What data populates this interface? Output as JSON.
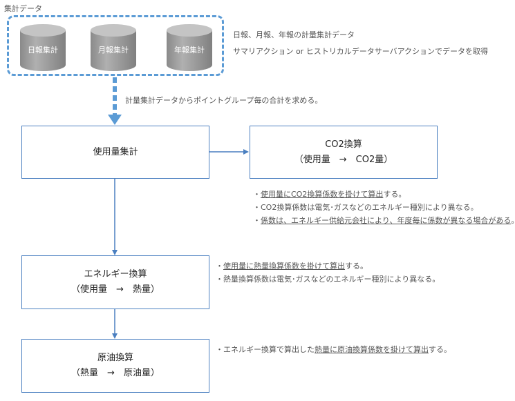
{
  "group": {
    "title": "集計データ",
    "cylinders": [
      "日報集計",
      "月報集計",
      "年報集計"
    ],
    "desc_line1": "日報、月報、年報の計量集計データ",
    "desc_line2": "サマリアクション or ヒストリカルデータサーバアクションでデータを取得"
  },
  "arrow_note": "計量集計データからポイントグループ毎の合計を求める。",
  "boxes": {
    "usage": {
      "line1": "使用量集計"
    },
    "co2": {
      "line1": "CO2換算",
      "line2": "（使用量　→　CO2量）"
    },
    "heat": {
      "line1": "エネルギー換算",
      "line2": "（使用量　→　熱量）"
    },
    "oil": {
      "line1": "原油換算",
      "line2": "（熱量　→　原油量）"
    }
  },
  "co2_notes": [
    {
      "prefix": "・",
      "underlined": "使用量にCO2換算係数を掛けて算出",
      "suffix": "する。"
    },
    {
      "prefix": "・",
      "underlined": "",
      "suffix": "CO2換算係数は電気･ガスなどのエネルギー種別により異なる。"
    },
    {
      "prefix": "・",
      "underlined": "係数は、エネルギー供給元会社により、年度毎に係数が異なる場合がある",
      "suffix": "。"
    }
  ],
  "heat_notes": [
    {
      "prefix": "・",
      "underlined": "使用量に熱量換算係数を掛けて算出",
      "suffix": "する。"
    },
    {
      "prefix": "・",
      "underlined": "",
      "suffix": "熱量換算係数は電気･ガスなどのエネルギー種別により異なる。"
    }
  ],
  "oil_note": {
    "prefix": "・エネルギー換算で算出した",
    "underlined": "熱量に原油換算係数を掛けて算出",
    "suffix": "する。"
  },
  "colors": {
    "accent": "#4a7fc0",
    "dash": "#5b9bd5",
    "cylinder": "#9a9a9a"
  }
}
